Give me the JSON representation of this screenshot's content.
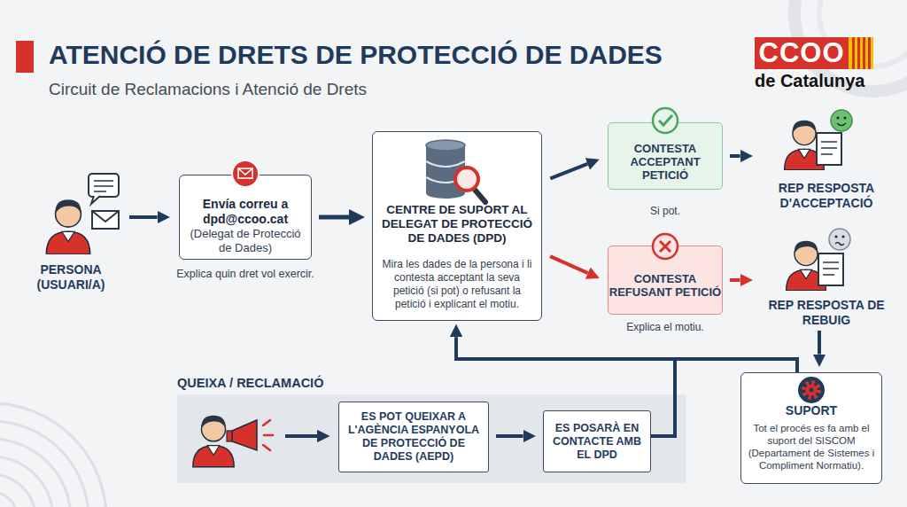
{
  "diagram": {
    "title": "ATENCIÓ DE DRETS DE PROTECCIÓ DE DADES",
    "nodes": [
      {
        "text": [
          "PERSONA (USUARI/A)"
        ]
      },
      {
        "text": [
          "Envía correu a dpd@ccoo.cat",
          "(Delegat de Protecció de Dades)",
          "Explica quin dret vol exercir."
        ]
      },
      {
        "text": [
          "CENTRE DE SUPORT AL DELEGAT DE PROTECCIÓ DE DADES (DPD)",
          "Mira les dades de la persona i li contesta acceptant la seva petició (si pot) o refusant la petició i explicant el motiu."
        ]
      },
      {
        "text": [
          "CONTESTA ACCEPTANT PETICIÓ",
          "Si pot."
        ]
      },
      {
        "text": [
          "REP RESPOSTA D'ACCEPTACIÓ"
        ]
      },
      {
        "text": [
          "CONTESTA REFUSANT PETICIÓ",
          "Explica el motiu."
        ]
      },
      {
        "text": [
          "REP RESPOSTA DE REBUIG"
        ]
      },
      {
        "text": [
          "QUEIXA / RECLAMACIÓ"
        ]
      },
      {
        "text": [
          "ES POT QUEIXAR A L'AGÈNCIA ESPANYOLA DE PROTECCIÓ DE DADES (AEPD)"
        ],
        "in": 7
      },
      {
        "text": [
          "ES POSARÀ EN CONTACTE AMB EL DPD"
        ],
        "in": 7
      },
      {
        "text": [
          "SUPORT",
          "Tot el procés es fa amb el suport del SISCOM (Departament de Sistemes i Compliment Normatiu)."
        ]
      }
    ],
    "edges": [
      {
        "from": 0,
        "to": 1,
        "arrow": "to"
      },
      {
        "from": 1,
        "to": 2,
        "arrow": "to"
      },
      {
        "from": 2,
        "to": 3,
        "arrow": "to"
      },
      {
        "from": 2,
        "to": 5,
        "arrow": "to"
      },
      {
        "from": 3,
        "to": 4,
        "arrow": "to"
      },
      {
        "from": 5,
        "to": 6,
        "arrow": "to"
      },
      {
        "from": 6,
        "to": 10,
        "arrow": "to"
      },
      {
        "from": 8,
        "to": 9,
        "arrow": "to"
      },
      {
        "from": 9,
        "to": 2,
        "arrow": "to"
      },
      {
        "from": 10,
        "to": 2,
        "arrow": "to"
      }
    ],
    "labels": [
      "Circuit de Reclamacions i Atenció de Drets",
      "CCOO",
      "de Catalunya"
    ]
  }
}
